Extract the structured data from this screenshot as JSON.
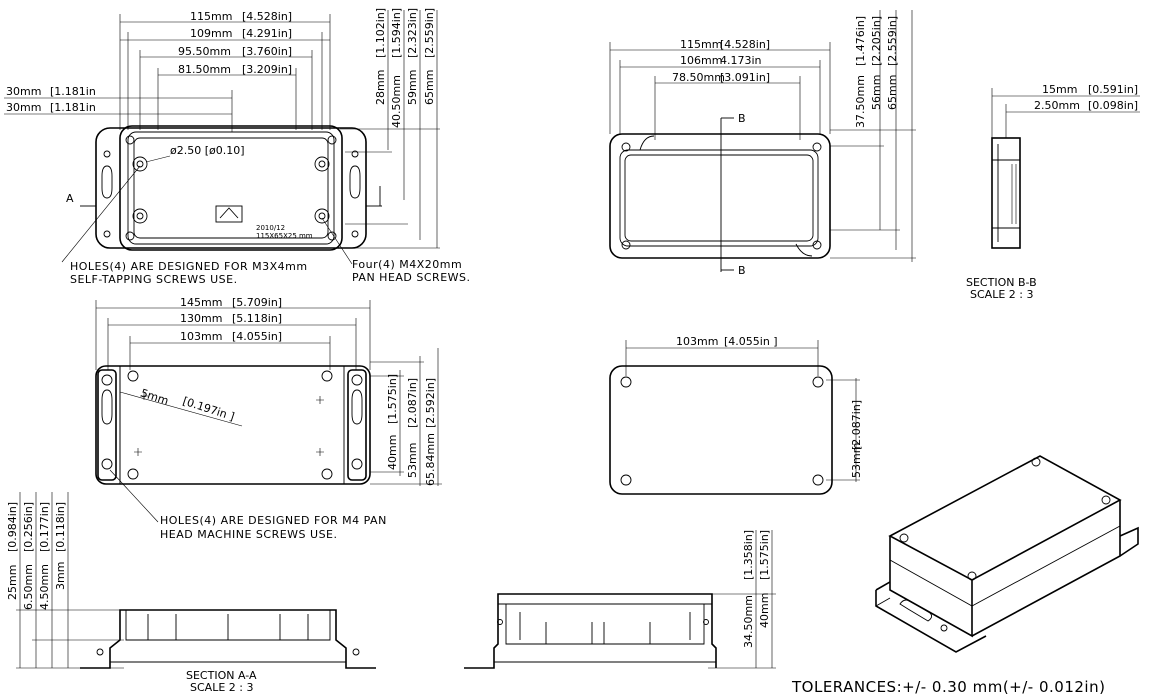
{
  "view1": {
    "dims_h": [
      {
        "mm": "115mm",
        "in": "[4.528in]"
      },
      {
        "mm": "109mm",
        "in": "[4.291in]"
      },
      {
        "mm": "95.50mm",
        "in": "[3.760in]"
      },
      {
        "mm": "81.50mm",
        "in": "[3.209in]"
      },
      {
        "mm": "30mm",
        "in": "[1.181in"
      },
      {
        "mm": "30mm",
        "in": "[1.181in"
      }
    ],
    "dims_v": [
      {
        "mm": "28mm",
        "in": "[1.102in]"
      },
      {
        "mm": "40.50mm",
        "in": "[1.594in]"
      },
      {
        "mm": "59mm",
        "in": "[2.323in]"
      },
      {
        "mm": "65mm",
        "in": "[2.559in]"
      }
    ],
    "hole_dim": "ø2.50 [ø0.10]",
    "label_a": "A",
    "stamp_date": "2010/12",
    "stamp_size": "115X65X25 mm",
    "note_left": [
      "HOLES(4) ARE DESIGNED FOR M3X4mm",
      "SELF-TAPPING SCREWS USE."
    ],
    "note_right": [
      "Four(4) M4X20mm",
      "PAN HEAD SCREWS."
    ]
  },
  "view2": {
    "dims_h": [
      {
        "mm": "115mm",
        "in": "[4.528in]"
      },
      {
        "mm": "106mm",
        "in": "4.173in"
      },
      {
        "mm": "78.50mm",
        "in": "[3.091in]"
      }
    ],
    "dims_v": [
      {
        "mm": "37.50mm",
        "in": "[1.476in]"
      },
      {
        "mm": "56mm",
        "in": "[2.205in]"
      },
      {
        "mm": "65mm",
        "in": "[2.559in]"
      }
    ],
    "label_b": "B"
  },
  "section_bb": {
    "dims": [
      {
        "mm": "15mm",
        "in": "[0.591in]"
      },
      {
        "mm": "2.50mm",
        "in": "[0.098in]"
      }
    ],
    "title": "SECTION B-B",
    "scale": "SCALE 2 : 3"
  },
  "view3": {
    "dims_h": [
      {
        "mm": "145mm",
        "in": "[5.709in]"
      },
      {
        "mm": "130mm",
        "in": "[5.118in]"
      },
      {
        "mm": "103mm",
        "in": "[4.055in]"
      }
    ],
    "dims_v": [
      {
        "mm": "40mm",
        "in": "[1.575in]"
      },
      {
        "mm": "53mm",
        "in": "[2.087in]"
      },
      {
        "mm": "65.84mm",
        "in": "[2.592in]"
      }
    ],
    "slot_dim_mm": "5mm",
    "slot_dim_in": "[0.197in ]",
    "note": [
      "HOLES(4) ARE DESIGNED FOR M4 PAN",
      "HEAD MACHINE SCREWS USE."
    ]
  },
  "view4": {
    "dim_h": {
      "mm": "103mm",
      "in": "[4.055in ]"
    },
    "dim_v": {
      "mm": "53mm",
      "in": "[2.087in]"
    }
  },
  "section_aa": {
    "dims": [
      {
        "mm": "25mm",
        "in": "[0.984in]"
      },
      {
        "mm": "6.50mm",
        "in": "[0.256in]"
      },
      {
        "mm": "4.50mm",
        "in": "[0.177in]"
      },
      {
        "mm": "3mm",
        "in": "[0.118in]"
      }
    ],
    "title": "SECTION A-A",
    "scale": "SCALE 2 : 3"
  },
  "side_view": {
    "dims": [
      {
        "mm": "34.50mm",
        "in": "[1.358in]"
      },
      {
        "mm": "40mm",
        "in": "[1.575in]"
      }
    ]
  },
  "tolerances": "TOLERANCES:+/- 0.30 mm(+/- 0.012in)"
}
